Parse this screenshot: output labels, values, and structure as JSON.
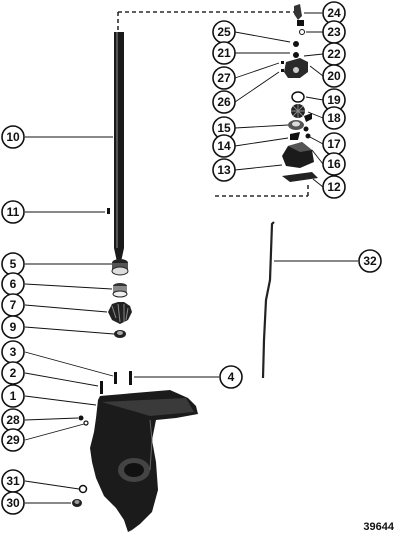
{
  "figure_number": "39644",
  "callouts": [
    {
      "num": "24"
    },
    {
      "num": "25"
    },
    {
      "num": "23"
    },
    {
      "num": "21"
    },
    {
      "num": "22"
    },
    {
      "num": "27"
    },
    {
      "num": "20"
    },
    {
      "num": "26"
    },
    {
      "num": "19"
    },
    {
      "num": "10"
    },
    {
      "num": "18"
    },
    {
      "num": "15"
    },
    {
      "num": "17"
    },
    {
      "num": "14"
    },
    {
      "num": "16"
    },
    {
      "num": "13"
    },
    {
      "num": "12"
    },
    {
      "num": "11"
    },
    {
      "num": "5"
    },
    {
      "num": "32"
    },
    {
      "num": "6"
    },
    {
      "num": "7"
    },
    {
      "num": "9"
    },
    {
      "num": "3"
    },
    {
      "num": "2"
    },
    {
      "num": "4"
    },
    {
      "num": "1"
    },
    {
      "num": "28"
    },
    {
      "num": "29"
    },
    {
      "num": "31"
    },
    {
      "num": "30"
    }
  ]
}
